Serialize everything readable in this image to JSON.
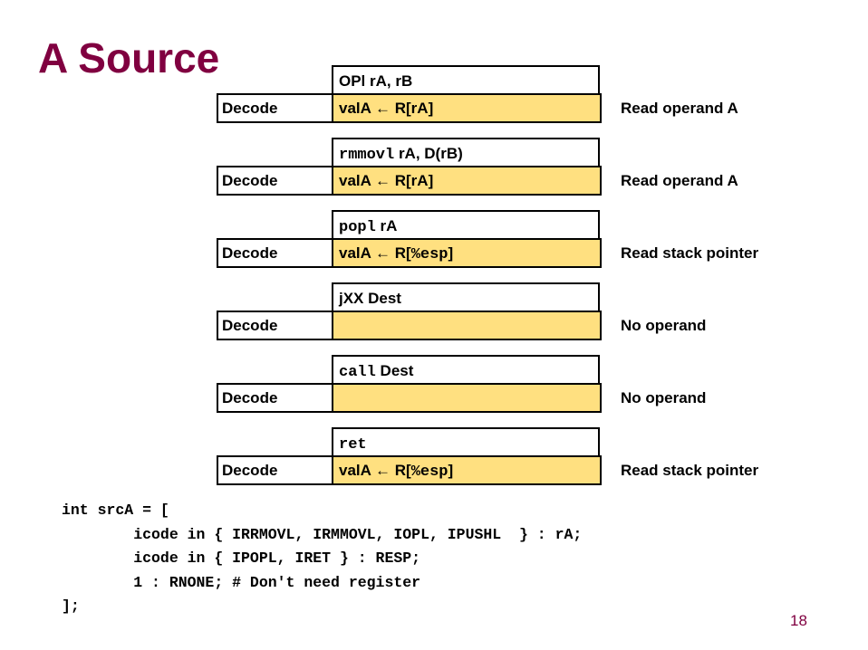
{
  "title": "A Source",
  "rows": [
    {
      "instr": [
        {
          "t": "OPl rA, rB",
          "mono": false
        }
      ],
      "stage": "Decode",
      "op": [
        {
          "t": "valA ",
          "mono": false
        },
        {
          "t": "←",
          "mono": false
        },
        {
          "t": " R[rA]",
          "mono": false
        }
      ],
      "note": "Read operand A"
    },
    {
      "instr": [
        {
          "t": "rmmovl",
          "mono": true
        },
        {
          "t": " rA, D(rB)",
          "mono": false
        }
      ],
      "stage": "Decode",
      "op": [
        {
          "t": "valA ",
          "mono": false
        },
        {
          "t": "←",
          "mono": false
        },
        {
          "t": " R[rA]",
          "mono": false
        }
      ],
      "note": "Read operand A"
    },
    {
      "instr": [
        {
          "t": "popl",
          "mono": true
        },
        {
          "t": " rA",
          "mono": false
        }
      ],
      "stage": "Decode",
      "op": [
        {
          "t": "valA ",
          "mono": false
        },
        {
          "t": "←",
          "mono": false
        },
        {
          "t": " R[",
          "mono": false
        },
        {
          "t": "%esp",
          "mono": true
        },
        {
          "t": "]",
          "mono": false
        }
      ],
      "note": "Read stack pointer"
    },
    {
      "instr": [
        {
          "t": "jXX Dest",
          "mono": false
        }
      ],
      "stage": "Decode",
      "op": [],
      "note": "No operand"
    },
    {
      "instr": [
        {
          "t": "call",
          "mono": true
        },
        {
          "t": " Dest",
          "mono": false
        }
      ],
      "stage": "Decode",
      "op": [],
      "note": "No operand"
    },
    {
      "instr": [
        {
          "t": "ret",
          "mono": true
        }
      ],
      "stage": "Decode",
      "op": [
        {
          "t": "valA ",
          "mono": false
        },
        {
          "t": "←",
          "mono": false
        },
        {
          "t": " R[",
          "mono": false
        },
        {
          "t": "%esp",
          "mono": true
        },
        {
          "t": "]",
          "mono": false
        }
      ],
      "note": "Read stack pointer"
    }
  ],
  "code": [
    "int srcA = [",
    "        icode in { IRRMOVL, IRMMOVL, IOPL, IPUSHL  } : rA;",
    "        icode in { IPOPL, IRET } : RESP;",
    "        1 : RNONE; # Don't need register",
    "];"
  ],
  "page_number": "18"
}
